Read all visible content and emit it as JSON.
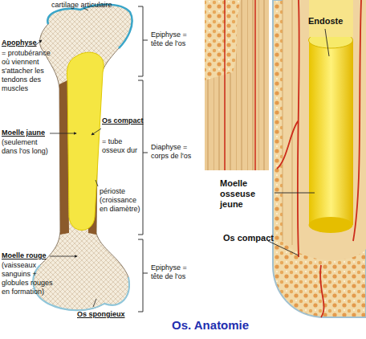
{
  "diagram": {
    "caption": "Os. Anatomie",
    "labels": [
      "cartilage articulaire",
      "Apophyse",
      "= protubérance où viennent s'attacher les tendons des muscles",
      "Epiphyse = tête de l'os",
      "Moelle jaune",
      "(seulement dans l'os long)",
      "Os compact",
      "= tube osseux dur",
      "Diaphyse = corps de l'os",
      "périoste (croissance en diamètre)",
      "Moelle rouge",
      "(vaisseaux sanguins + globules rouges en formation)",
      "Epiphyse = tête de l'os",
      "Os spongieux",
      "Endoste",
      "Moelle osseuse jeune",
      "Os compact"
    ]
  }
}
